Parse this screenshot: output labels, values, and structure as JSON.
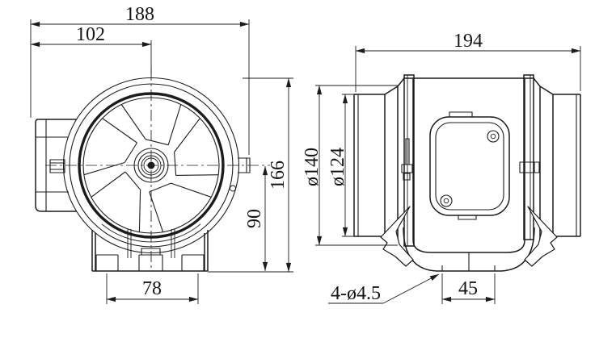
{
  "drawing": {
    "type": "technical-dimension-drawing",
    "subject": "inline mixed-flow duct fan, front view and side view",
    "colors": {
      "line": "#1c1c1c",
      "background": "#ffffff",
      "text": "#141414"
    }
  },
  "front_view": {
    "dim_overall_width": "188",
    "dim_axis_from_left": "102",
    "dim_overall_height": "166",
    "dim_axis_to_base": "90",
    "dim_foot_spacing": "78"
  },
  "side_view": {
    "dim_overall_length": "194",
    "dim_outer_diameter": "ø140",
    "dim_duct_diameter": "ø124",
    "dim_mounting_holes": "4-ø4.5",
    "dim_slot_spacing": "45"
  }
}
